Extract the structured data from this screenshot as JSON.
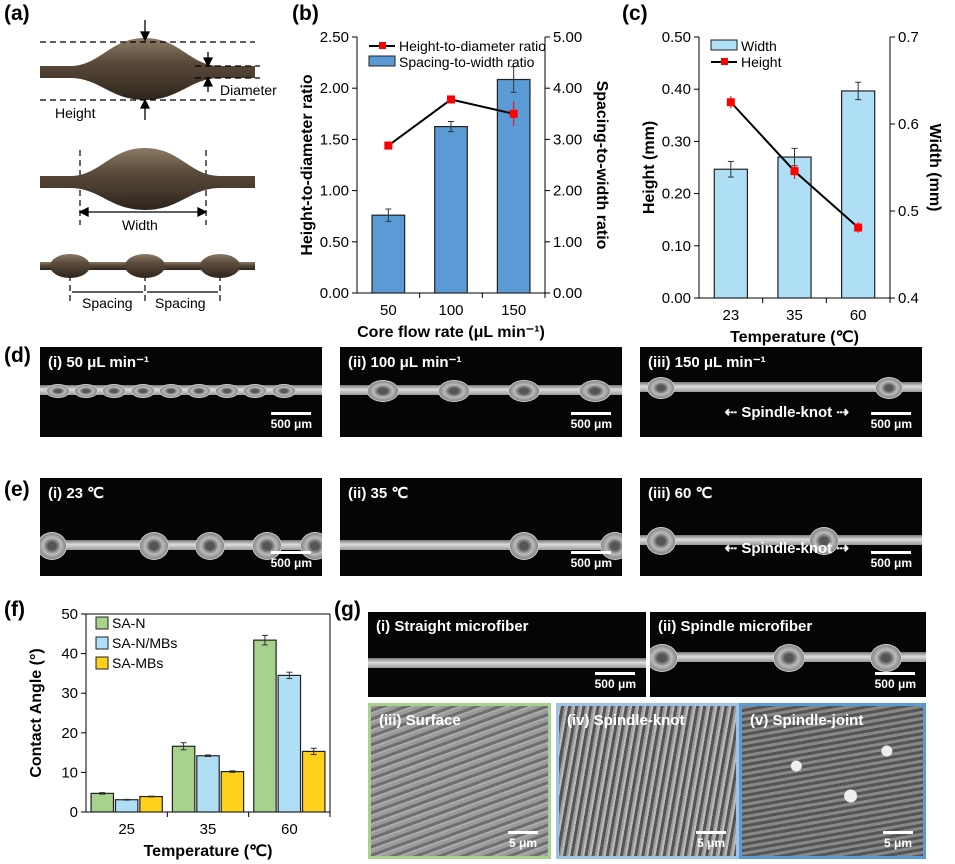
{
  "panels": {
    "a": "(a)",
    "b": "(b)",
    "c": "(c)",
    "d": "(d)",
    "e": "(e)",
    "f": "(f)",
    "g": "(g)"
  },
  "panel_a": {
    "height": "Height",
    "diameter": "Diameter",
    "width": "Width",
    "spacing1": "Spacing",
    "spacing2": "Spacing"
  },
  "panel_d": {
    "items": [
      {
        "caption": "(i) 50 μL min⁻¹",
        "scale": "500 μm"
      },
      {
        "caption": "(ii) 100 μL min⁻¹",
        "scale": "500 μm"
      },
      {
        "caption": "(iii) 150 μL min⁻¹",
        "scale": "500 μm",
        "note": "Spindle-knot"
      }
    ]
  },
  "panel_e": {
    "items": [
      {
        "caption": "(i) 23 ℃",
        "scale": "500 μm"
      },
      {
        "caption": "(ii) 35 ℃",
        "scale": "500 μm"
      },
      {
        "caption": "(iii) 60 ℃",
        "scale": "500 μm",
        "note": "Spindle-knot"
      }
    ]
  },
  "panel_g": {
    "top": [
      {
        "caption": "(i) Straight microfiber",
        "scale": "500 μm"
      },
      {
        "caption": "(ii) Spindle microfiber",
        "scale": "500 μm"
      }
    ],
    "bottom": [
      {
        "caption": "(iii) Surface",
        "scale": "5 μm",
        "border": "#a9d18e"
      },
      {
        "caption": "(iv) Spindle-knot",
        "scale": "5 μm",
        "border": "#9dc3e6"
      },
      {
        "caption": "(v) Spindle-joint",
        "scale": "5 μm",
        "border": "#5b9bd5"
      }
    ]
  },
  "chart_data": [
    {
      "id": "b",
      "type": "bar+line",
      "title": "",
      "xlabel": "Core flow rate (μL min⁻¹)",
      "ylabel": "Height-to-diameter ratio",
      "y2label": "Spacing-to-width ratio",
      "categories": [
        "50",
        "100",
        "150"
      ],
      "ylim": [
        0,
        2.5
      ],
      "yticks": [
        "0.00",
        "0.50",
        "1.00",
        "1.50",
        "2.00",
        "2.50"
      ],
      "y2lim": [
        0,
        5
      ],
      "y2ticks": [
        "0.00",
        "1.00",
        "2.00",
        "3.00",
        "4.00",
        "5.00"
      ],
      "series": [
        {
          "name": "Spacing-to-width ratio",
          "kind": "bar",
          "axis": "right",
          "values": [
            1.52,
            3.25,
            4.17
          ],
          "errors": [
            0.12,
            0.1,
            0.25
          ],
          "color": "#5b9bd5"
        },
        {
          "name": "Height-to-diameter ratio",
          "kind": "line",
          "axis": "left",
          "values": [
            1.44,
            1.89,
            1.75
          ],
          "errors": [
            0.04,
            0.03,
            0.12
          ],
          "color": "#ff0000"
        }
      ],
      "legend": "top-left"
    },
    {
      "id": "c",
      "type": "bar+line",
      "title": "",
      "xlabel": "Temperature (℃)",
      "ylabel": "Height (mm)",
      "y2label": "Width (mm)",
      "categories": [
        "23",
        "35",
        "60"
      ],
      "ylim": [
        0,
        0.5
      ],
      "yticks": [
        "0.00",
        "0.10",
        "0.20",
        "0.30",
        "0.40",
        "0.50"
      ],
      "y2lim": [
        0.4,
        0.7
      ],
      "y2ticks": [
        "0.4",
        "0.5",
        "0.6",
        "0.7"
      ],
      "series": [
        {
          "name": "Width",
          "kind": "bar",
          "axis": "right",
          "values": [
            0.548,
            0.562,
            0.638
          ],
          "errors": [
            0.009,
            0.01,
            0.01
          ],
          "color": "#afdff5"
        },
        {
          "name": "Height",
          "kind": "line",
          "axis": "left",
          "values": [
            0.375,
            0.243,
            0.135
          ],
          "errors": [
            0.012,
            0.015,
            0.01
          ],
          "color": "#ff0000"
        }
      ],
      "legend": "top-left"
    },
    {
      "id": "f",
      "type": "bar",
      "title": "",
      "xlabel": "Temperature (℃)",
      "ylabel": "Contact Angle (°)",
      "categories": [
        "25",
        "35",
        "60"
      ],
      "ylim": [
        0,
        50
      ],
      "yticks": [
        "0",
        "10",
        "20",
        "30",
        "40",
        "50"
      ],
      "series": [
        {
          "name": "SA-N",
          "values": [
            4.7,
            16.6,
            43.4
          ],
          "errors": [
            0.2,
            0.9,
            1.2
          ],
          "color": "#a9d18e"
        },
        {
          "name": "SA-N/MBs",
          "values": [
            3.1,
            14.2,
            34.5
          ],
          "errors": [
            0.1,
            0.2,
            0.8
          ],
          "color": "#afdff5"
        },
        {
          "name": "SA-MBs",
          "values": [
            3.9,
            10.2,
            15.3
          ],
          "errors": [
            0.1,
            0.2,
            0.8
          ],
          "color": "#ffd11a"
        }
      ],
      "legend": "top-left"
    }
  ]
}
